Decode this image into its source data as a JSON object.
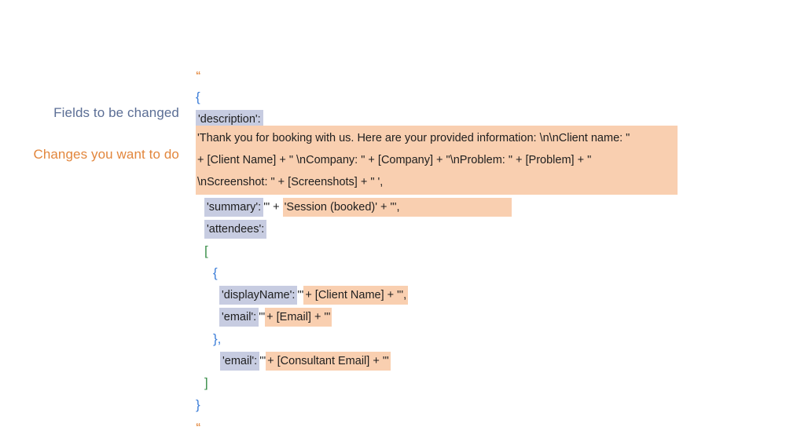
{
  "annotations": {
    "fields_label": "Fields to be changed",
    "fields_color": "#5b6e95",
    "changes_label": "Changes you want to do",
    "changes_color": "#e2863c"
  },
  "colors": {
    "field_highlight": "#c7cce1",
    "value_highlight": "#f9cfb0",
    "brace_blue": "#3b7dd8",
    "bracket_green": "#3a8f4a",
    "quote_orange": "#e2863c",
    "background": "#ffffff",
    "text": "#1e1e1e"
  },
  "code": {
    "open_quote": "“",
    "close_quote": "“",
    "open_brace": "{",
    "close_brace": "}",
    "open_bracket": "[",
    "close_bracket": "]",
    "nested_open_brace": "{",
    "nested_close_brace": "},",
    "description_key": "'description':",
    "description_value_lines": [
      "'Thank you for booking with us. Here are your provided information: \\n\\nClient name: \"",
      "+ [Client Name] + \" \\nCompany: \" + [Company] + \"\\nProblem: \" + [Problem] + \"",
      "\\nScreenshot: \" + [Screenshots] + \" ',"
    ],
    "summary_key": "'summary':",
    "summary_mid": "'\" +",
    "summary_value": "'Session (booked)' + \"',",
    "attendees_key": "'attendees':",
    "display_name_key": "'displayName':",
    "display_name_mid": "'\"",
    "display_name_value": "+ [Client Name] + \"',",
    "email_key": "'email':",
    "email_mid": "'\"",
    "email_value": "+ [Email] + \"'",
    "consultant_email_key": "'email':",
    "consultant_email_mid": "'\"",
    "consultant_email_value": "+ [Consultant Email] + \"'"
  }
}
